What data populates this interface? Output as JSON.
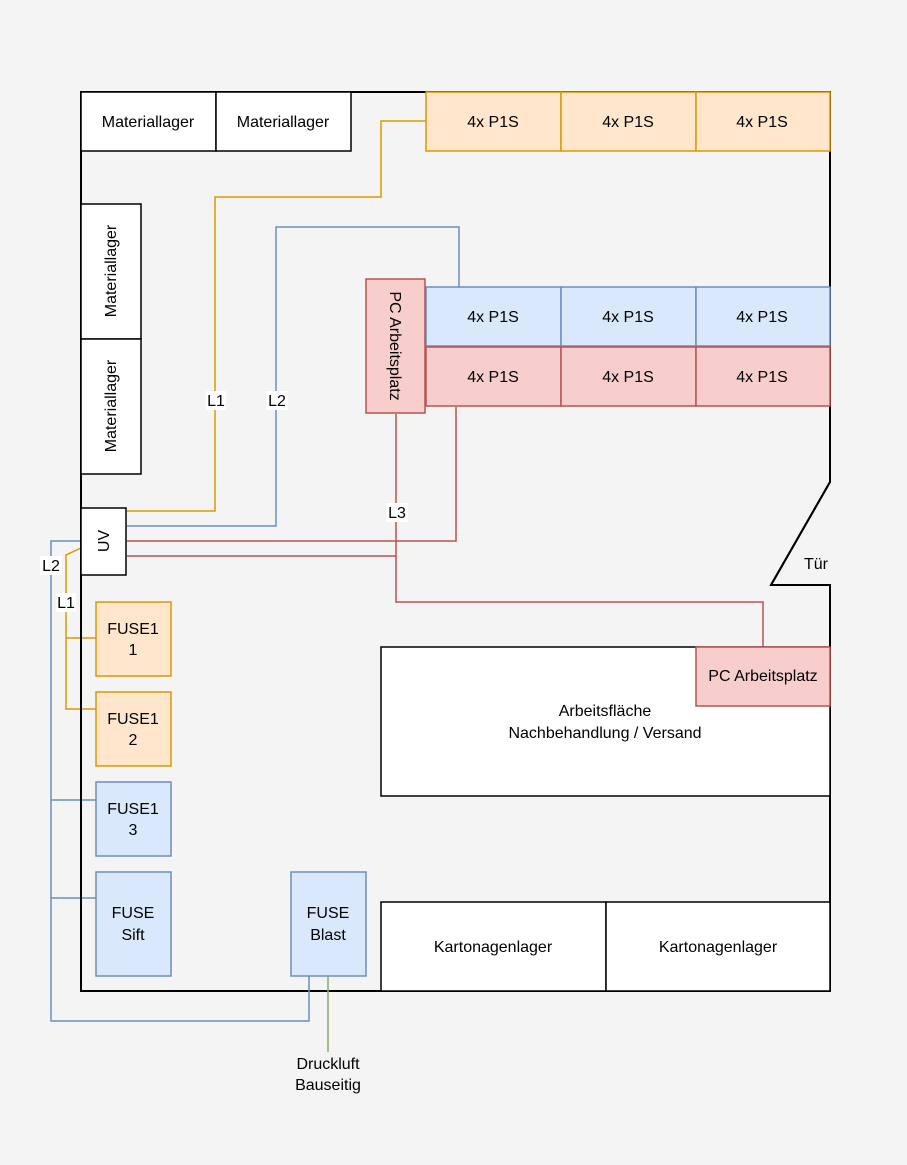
{
  "diagram": {
    "title": "Floor plan with power circuits",
    "colors": {
      "background": "#f4f4f4",
      "wall": "#000000",
      "orange_fill": "#ffe6cc",
      "orange_stroke": "#d79b00",
      "blue_fill": "#dae8fc",
      "blue_stroke": "#6c8ebf",
      "red_fill": "#f8cecc",
      "red_stroke": "#b85450",
      "green_stroke": "#82b366",
      "white_fill": "#ffffff"
    },
    "storage_top": [
      "Materiallager",
      "Materiallager"
    ],
    "storage_left": [
      "Materiallager",
      "Materiallager"
    ],
    "printers_row1": [
      "4x P1S",
      "4x P1S",
      "4x P1S"
    ],
    "printers_row2": [
      "4x P1S",
      "4x P1S",
      "4x P1S"
    ],
    "printers_row3": [
      "4x P1S",
      "4x P1S",
      "4x P1S"
    ],
    "pc_vertical": "PC Arbeitsplatz",
    "pc_horizontal": "PC Arbeitsplatz",
    "distribution": "UV",
    "door": "Tür",
    "workspace": [
      "Arbeitsfläche",
      "Nachbehandlung / Versand"
    ],
    "carton_storage": [
      "Kartonagenlager",
      "Kartonagenlager"
    ],
    "fuse": {
      "f11": [
        "FUSE1",
        "1"
      ],
      "f12": [
        "FUSE1",
        "2"
      ],
      "f13": [
        "FUSE1",
        "3"
      ],
      "sift": [
        "FUSE",
        "Sift"
      ],
      "blast": [
        "FUSE",
        "Blast"
      ]
    },
    "wires": {
      "l1": "L1",
      "l2": "L2",
      "l3": "L3",
      "l1_side": "L1",
      "l2_side": "L2"
    },
    "compressed_air": [
      "Druckluft",
      "Bauseitig"
    ]
  }
}
